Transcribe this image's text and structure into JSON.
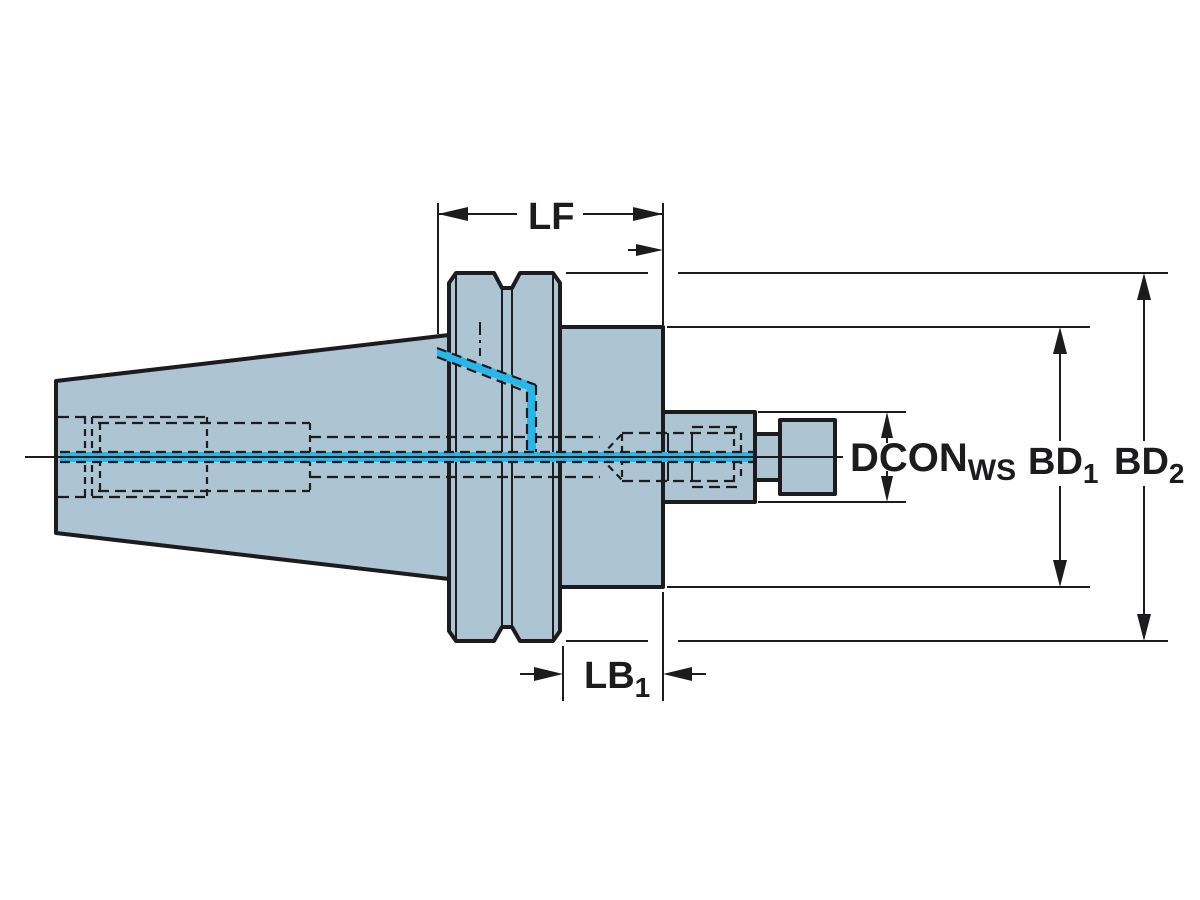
{
  "drawing": {
    "colors": {
      "background": "#ffffff",
      "part_fill": "#adc4d3",
      "line": "#1c1c1e",
      "coolant": "#29b6e8"
    },
    "dimension_labels": {
      "lf": {
        "main": "LF",
        "sub": ""
      },
      "lb1": {
        "main": "LB",
        "sub": "1"
      },
      "dcon": {
        "main": "DCON",
        "sub": "WS"
      },
      "bd1": {
        "main": "BD",
        "sub": "1"
      },
      "bd2": {
        "main": "BD",
        "sub": "2"
      }
    }
  }
}
